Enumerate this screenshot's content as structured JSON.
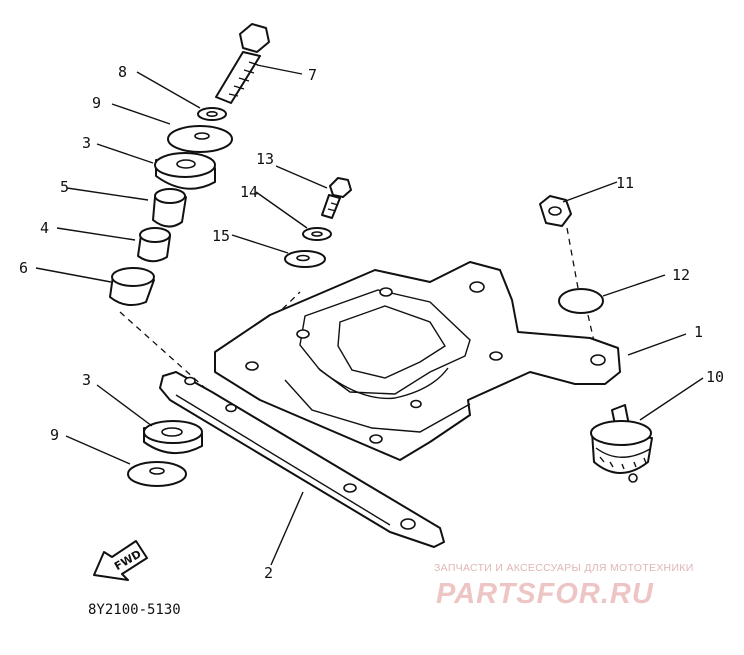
{
  "diagram": {
    "part_numbers": [
      "1",
      "2",
      "3",
      "3",
      "4",
      "5",
      "6",
      "7",
      "8",
      "9",
      "9",
      "10",
      "11",
      "12",
      "13",
      "14",
      "15"
    ],
    "forward_marker": "FWD",
    "drawing_code": "8Y2100-5130"
  },
  "watermark": {
    "caption": "ЗАПЧАСТИ И АКСЕССУАРЫ ДЛЯ МОТОТЕХНИКИ",
    "logo": "PARTSFOR.RU"
  }
}
